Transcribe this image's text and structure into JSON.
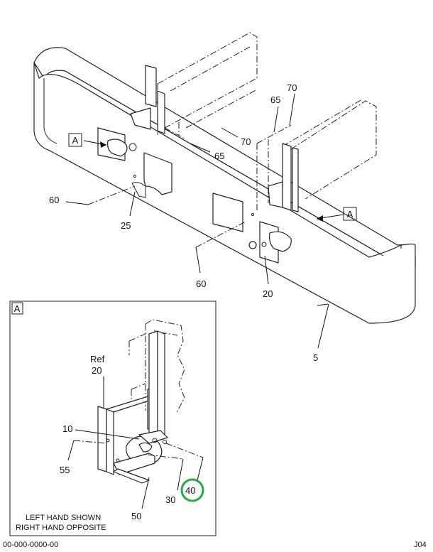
{
  "labels": {
    "l5": "5",
    "l20": "20",
    "l25": "25",
    "l60a": "60",
    "l60b": "60",
    "l65a": "65",
    "l65b": "65",
    "l70a": "70",
    "l70b": "70",
    "callout_a_left": "A",
    "callout_a_right": "A",
    "detail_a": "A",
    "ref": "Ref",
    "ref_20": "20",
    "d10": "10",
    "d55": "55",
    "d30": "30",
    "d40": "40",
    "d50": "50"
  },
  "note": {
    "line1": "LEFT HAND SHOWN",
    "line2": "RIGHT HAND OPPOSITE"
  },
  "footer": {
    "part_number": "00-000-0000-00",
    "code": "J04"
  },
  "colors": {
    "line": "#222222",
    "highlight": "#27a844"
  }
}
